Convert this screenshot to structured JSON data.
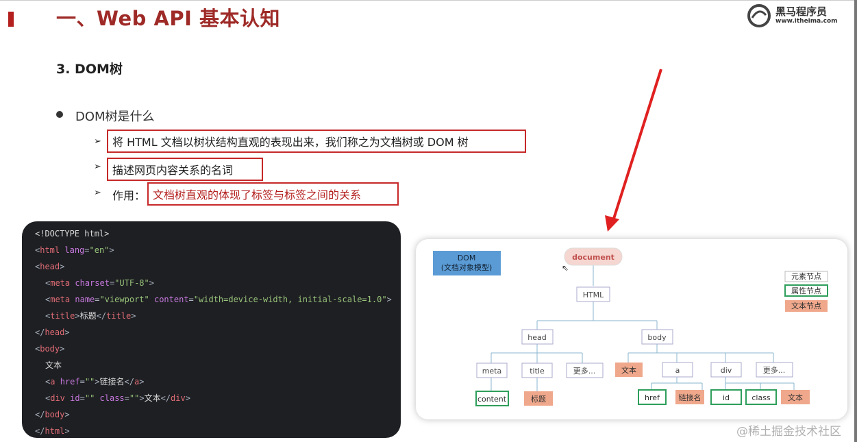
{
  "header": {
    "title": "一、Web API 基本认知",
    "logo_text": "黑马程序员",
    "logo_url": "www.itheima.com"
  },
  "section": {
    "title": "3. DOM树",
    "bullet": "DOM树是什么",
    "items": [
      {
        "text": "将 HTML 文档以树状结构直观的表现出来，我们称之为文档树或 DOM 树"
      },
      {
        "text": "描述网页内容关系的名词"
      },
      {
        "prefix": "作用：",
        "text": "文档树直观的体现了标签与标签之间的关系"
      }
    ]
  },
  "code": {
    "lines": [
      {
        "parts": [
          [
            "w",
            "<!DOCTYPE html>"
          ]
        ]
      },
      {
        "parts": [
          [
            "p",
            "<"
          ],
          [
            "t",
            "html"
          ],
          [
            "a",
            " lang"
          ],
          [
            "p",
            "="
          ],
          [
            "s",
            "\"en\""
          ],
          [
            "p",
            ">"
          ]
        ]
      },
      {
        "parts": [
          [
            "p",
            "<"
          ],
          [
            "t",
            "head"
          ],
          [
            "p",
            ">"
          ]
        ]
      },
      {
        "indent": 1,
        "parts": [
          [
            "p",
            "<"
          ],
          [
            "t",
            "meta"
          ],
          [
            "a",
            " charset"
          ],
          [
            "p",
            "="
          ],
          [
            "s",
            "\"UTF-8\""
          ],
          [
            "p",
            ">"
          ]
        ]
      },
      {
        "indent": 1,
        "parts": [
          [
            "p",
            "<"
          ],
          [
            "t",
            "meta"
          ],
          [
            "a",
            " name"
          ],
          [
            "p",
            "="
          ],
          [
            "s",
            "\"viewport\""
          ],
          [
            "a",
            " content"
          ],
          [
            "p",
            "="
          ],
          [
            "s",
            "\"width=device-width, initial-scale=1.0\""
          ],
          [
            "p",
            ">"
          ]
        ]
      },
      {
        "indent": 1,
        "parts": [
          [
            "p",
            "<"
          ],
          [
            "t",
            "title"
          ],
          [
            "p",
            ">"
          ],
          [
            "w",
            "标题"
          ],
          [
            "p",
            "</"
          ],
          [
            "t",
            "title"
          ],
          [
            "p",
            ">"
          ]
        ]
      },
      {
        "parts": [
          [
            "p",
            "</"
          ],
          [
            "t",
            "head"
          ],
          [
            "p",
            ">"
          ]
        ]
      },
      {
        "parts": [
          [
            "p",
            "<"
          ],
          [
            "t",
            "body"
          ],
          [
            "p",
            ">"
          ]
        ]
      },
      {
        "indent": 1,
        "parts": [
          [
            "w",
            "文本"
          ]
        ]
      },
      {
        "indent": 1,
        "parts": [
          [
            "p",
            "<"
          ],
          [
            "t",
            "a"
          ],
          [
            "a",
            " href"
          ],
          [
            "p",
            "="
          ],
          [
            "s",
            "\"\""
          ],
          [
            "p",
            ">"
          ],
          [
            "w",
            "链接名"
          ],
          [
            "p",
            "</"
          ],
          [
            "t",
            "a"
          ],
          [
            "p",
            ">"
          ]
        ]
      },
      {
        "indent": 1,
        "parts": [
          [
            "p",
            "<"
          ],
          [
            "t",
            "div"
          ],
          [
            "a",
            " id"
          ],
          [
            "p",
            "="
          ],
          [
            "s",
            "\"\""
          ],
          [
            "a",
            " class"
          ],
          [
            "p",
            "="
          ],
          [
            "s",
            "\"\""
          ],
          [
            "p",
            ">"
          ],
          [
            "w",
            "文本"
          ],
          [
            "p",
            "</"
          ],
          [
            "t",
            "div"
          ],
          [
            "p",
            ">"
          ]
        ]
      },
      {
        "parts": [
          [
            "p",
            "</"
          ],
          [
            "t",
            "body"
          ],
          [
            "p",
            ">"
          ]
        ]
      },
      {
        "parts": [
          [
            "p",
            "</"
          ],
          [
            "t",
            "html"
          ],
          [
            "p",
            ">"
          ]
        ]
      }
    ]
  },
  "diagram": {
    "dom_label_1": "DOM",
    "dom_label_2": "(文档对象模型)",
    "legend": [
      "元素节点",
      "属性节点",
      "文本节点"
    ],
    "nodes": {
      "document": "document",
      "html": "HTML",
      "head": "head",
      "body": "body",
      "meta": "meta",
      "title": "title",
      "more1": "更多...",
      "text1": "文本",
      "a": "a",
      "div": "div",
      "more2": "更多...",
      "content": "content",
      "title_text": "标题",
      "href": "href",
      "link_name": "链接名",
      "id": "id",
      "class": "class",
      "text2": "文本"
    },
    "colors": {
      "element": "#ffffff",
      "attribute_border": "#2e9e5b",
      "text_fill": "#f0a88c",
      "document_fill": "#f6d6d0",
      "dom_fill": "#5b9bd5"
    }
  },
  "watermark": "@稀土掘金技术社区"
}
